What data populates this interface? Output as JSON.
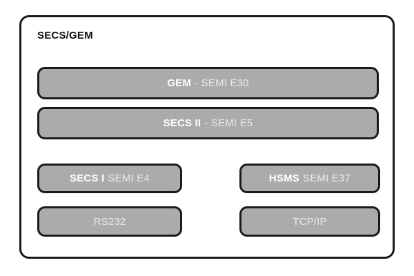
{
  "diagram": {
    "title": "SECS/GEM",
    "type": "protocol-stack",
    "colors": {
      "box_fill": "#ABABAB",
      "border": "#1A1A1A",
      "primary_text": "#FFFFFF",
      "secondary_text": "#E9E9E9",
      "title_text": "#0D0D0D",
      "background": "#FFFFFF"
    },
    "layers": [
      {
        "id": "gem",
        "name": "GEM",
        "standard": "- SEMI E30",
        "width": "full",
        "row": 1
      },
      {
        "id": "secs2",
        "name": "SECS II",
        "standard": "- SEMI E5",
        "width": "full",
        "row": 2
      },
      {
        "id": "secs1",
        "name": "SECS I",
        "standard": "SEMI E4",
        "width": "half",
        "column": "left",
        "row": 3
      },
      {
        "id": "hsms",
        "name": "HSMS",
        "standard": "SEMI E37",
        "width": "half",
        "column": "right",
        "row": 3
      },
      {
        "id": "rs232",
        "name": "RS232",
        "standard": "",
        "width": "half",
        "column": "left",
        "row": 4
      },
      {
        "id": "tcpip",
        "name": "TCP/IP",
        "standard": "",
        "width": "half",
        "column": "right",
        "row": 4
      }
    ]
  }
}
